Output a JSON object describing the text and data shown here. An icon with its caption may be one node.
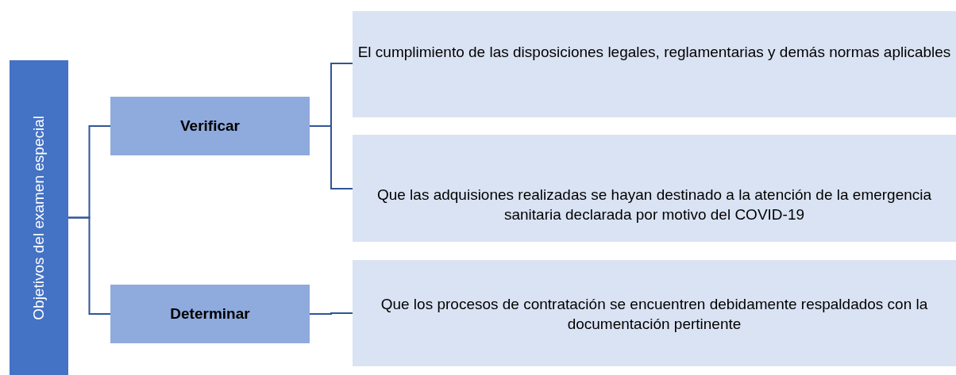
{
  "diagram": {
    "nodes": [
      {
        "text": [
          "Objetivos del examen especial"
        ]
      },
      {
        "text": [
          "Verificar"
        ]
      },
      {
        "text": [
          "Determinar"
        ]
      },
      {
        "text": [
          "El cumplimiento de las disposiciones legales, reglamentarias y demás normas aplicables"
        ]
      },
      {
        "text": [
          "Que las adquisiones realizadas se hayan destinado a la atención de la emergencia sanitaria declarada por motivo del COVID-19"
        ]
      },
      {
        "text": [
          "Que los procesos de contratación se encuentren debidamente respaldados con la documentación pertinente"
        ]
      }
    ],
    "edges": [
      {
        "from": 0,
        "to": 1,
        "arrow": "none"
      },
      {
        "from": 0,
        "to": 2,
        "arrow": "none"
      },
      {
        "from": 1,
        "to": 3,
        "arrow": "none"
      },
      {
        "from": 1,
        "to": 4,
        "arrow": "none"
      },
      {
        "from": 2,
        "to": 5,
        "arrow": "none"
      }
    ]
  }
}
